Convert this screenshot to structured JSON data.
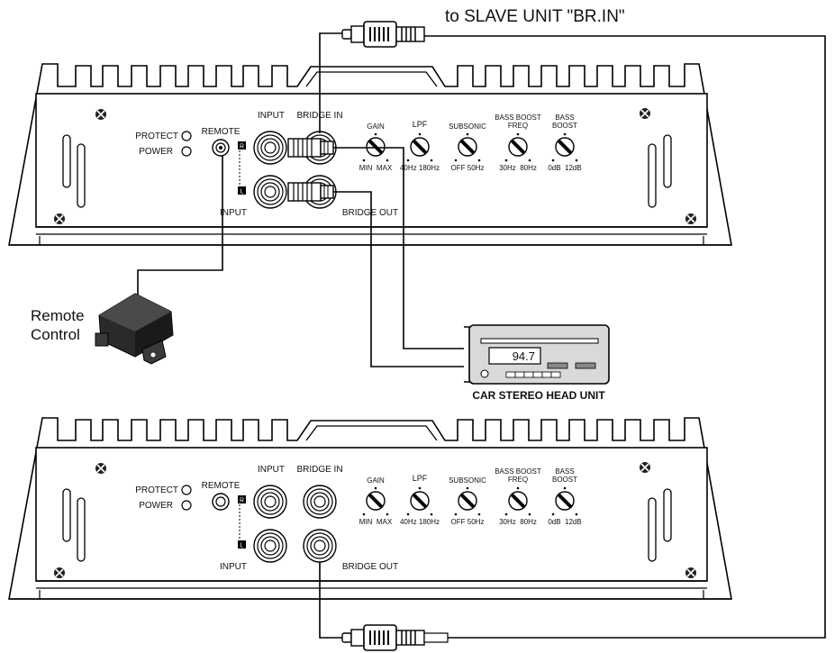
{
  "header": {
    "slave_label": "to SLAVE UNIT \"BR.IN\""
  },
  "amp_top": {
    "protect": "PROTECT",
    "power": "POWER",
    "remote": "REMOTE",
    "input_top": "INPUT",
    "input_bottom": "INPUT",
    "bridge_in": "BRIDGE IN",
    "bridge_out": "BRIDGE OUT",
    "ch_r": "R",
    "ch_l": "L",
    "knobs": [
      {
        "title": "GAIN",
        "range": "MIN  MAX"
      },
      {
        "title": "LPF",
        "range": "40Hz 180Hz"
      },
      {
        "title": "SUBSONIC",
        "range": "OFF 50Hz"
      },
      {
        "title": "BASS BOOST",
        "title2": "FREQ",
        "range": "30Hz  80Hz"
      },
      {
        "title": "BASS",
        "title2": "BOOST",
        "range": "0dB  12dB"
      }
    ]
  },
  "amp_bottom": {
    "protect": "PROTECT",
    "power": "POWER",
    "remote": "REMOTE",
    "input_top": "INPUT",
    "input_bottom": "INPUT",
    "bridge_in": "BRIDGE IN",
    "bridge_out": "BRIDGE OUT",
    "ch_r": "R",
    "ch_l": "L",
    "knobs": [
      {
        "title": "GAIN",
        "range": "MIN  MAX"
      },
      {
        "title": "LPF",
        "range": "40Hz 180Hz"
      },
      {
        "title": "SUBSONIC",
        "range": "OFF 50Hz"
      },
      {
        "title": "BASS BOOST",
        "title2": "FREQ",
        "range": "30Hz  80Hz"
      },
      {
        "title": "BASS",
        "title2": "BOOST",
        "range": "0dB  12dB"
      }
    ]
  },
  "remote_control": {
    "line1": "Remote",
    "line2": "Control"
  },
  "head_unit": {
    "frequency": "94.7",
    "caption": "CAR STEREO HEAD UNIT"
  }
}
